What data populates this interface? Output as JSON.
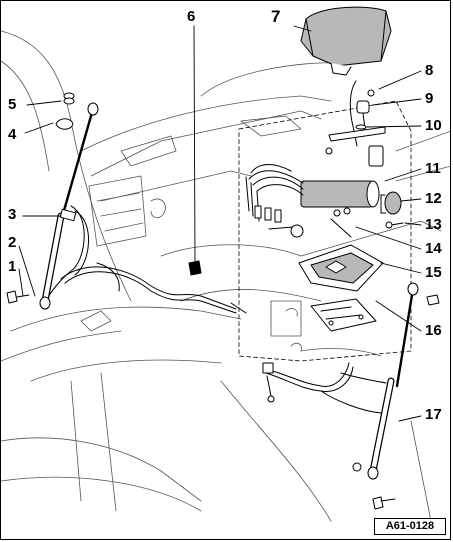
{
  "callouts": [
    "1",
    "2",
    "3",
    "4",
    "5",
    "6",
    "7",
    "8",
    "9",
    "10",
    "11",
    "12",
    "13",
    "14",
    "15",
    "16",
    "17"
  ],
  "figure_ref": "A61-0128",
  "colors": {
    "ink": "#000000",
    "shade": "#b8b8b8",
    "paper": "#ffffff"
  }
}
